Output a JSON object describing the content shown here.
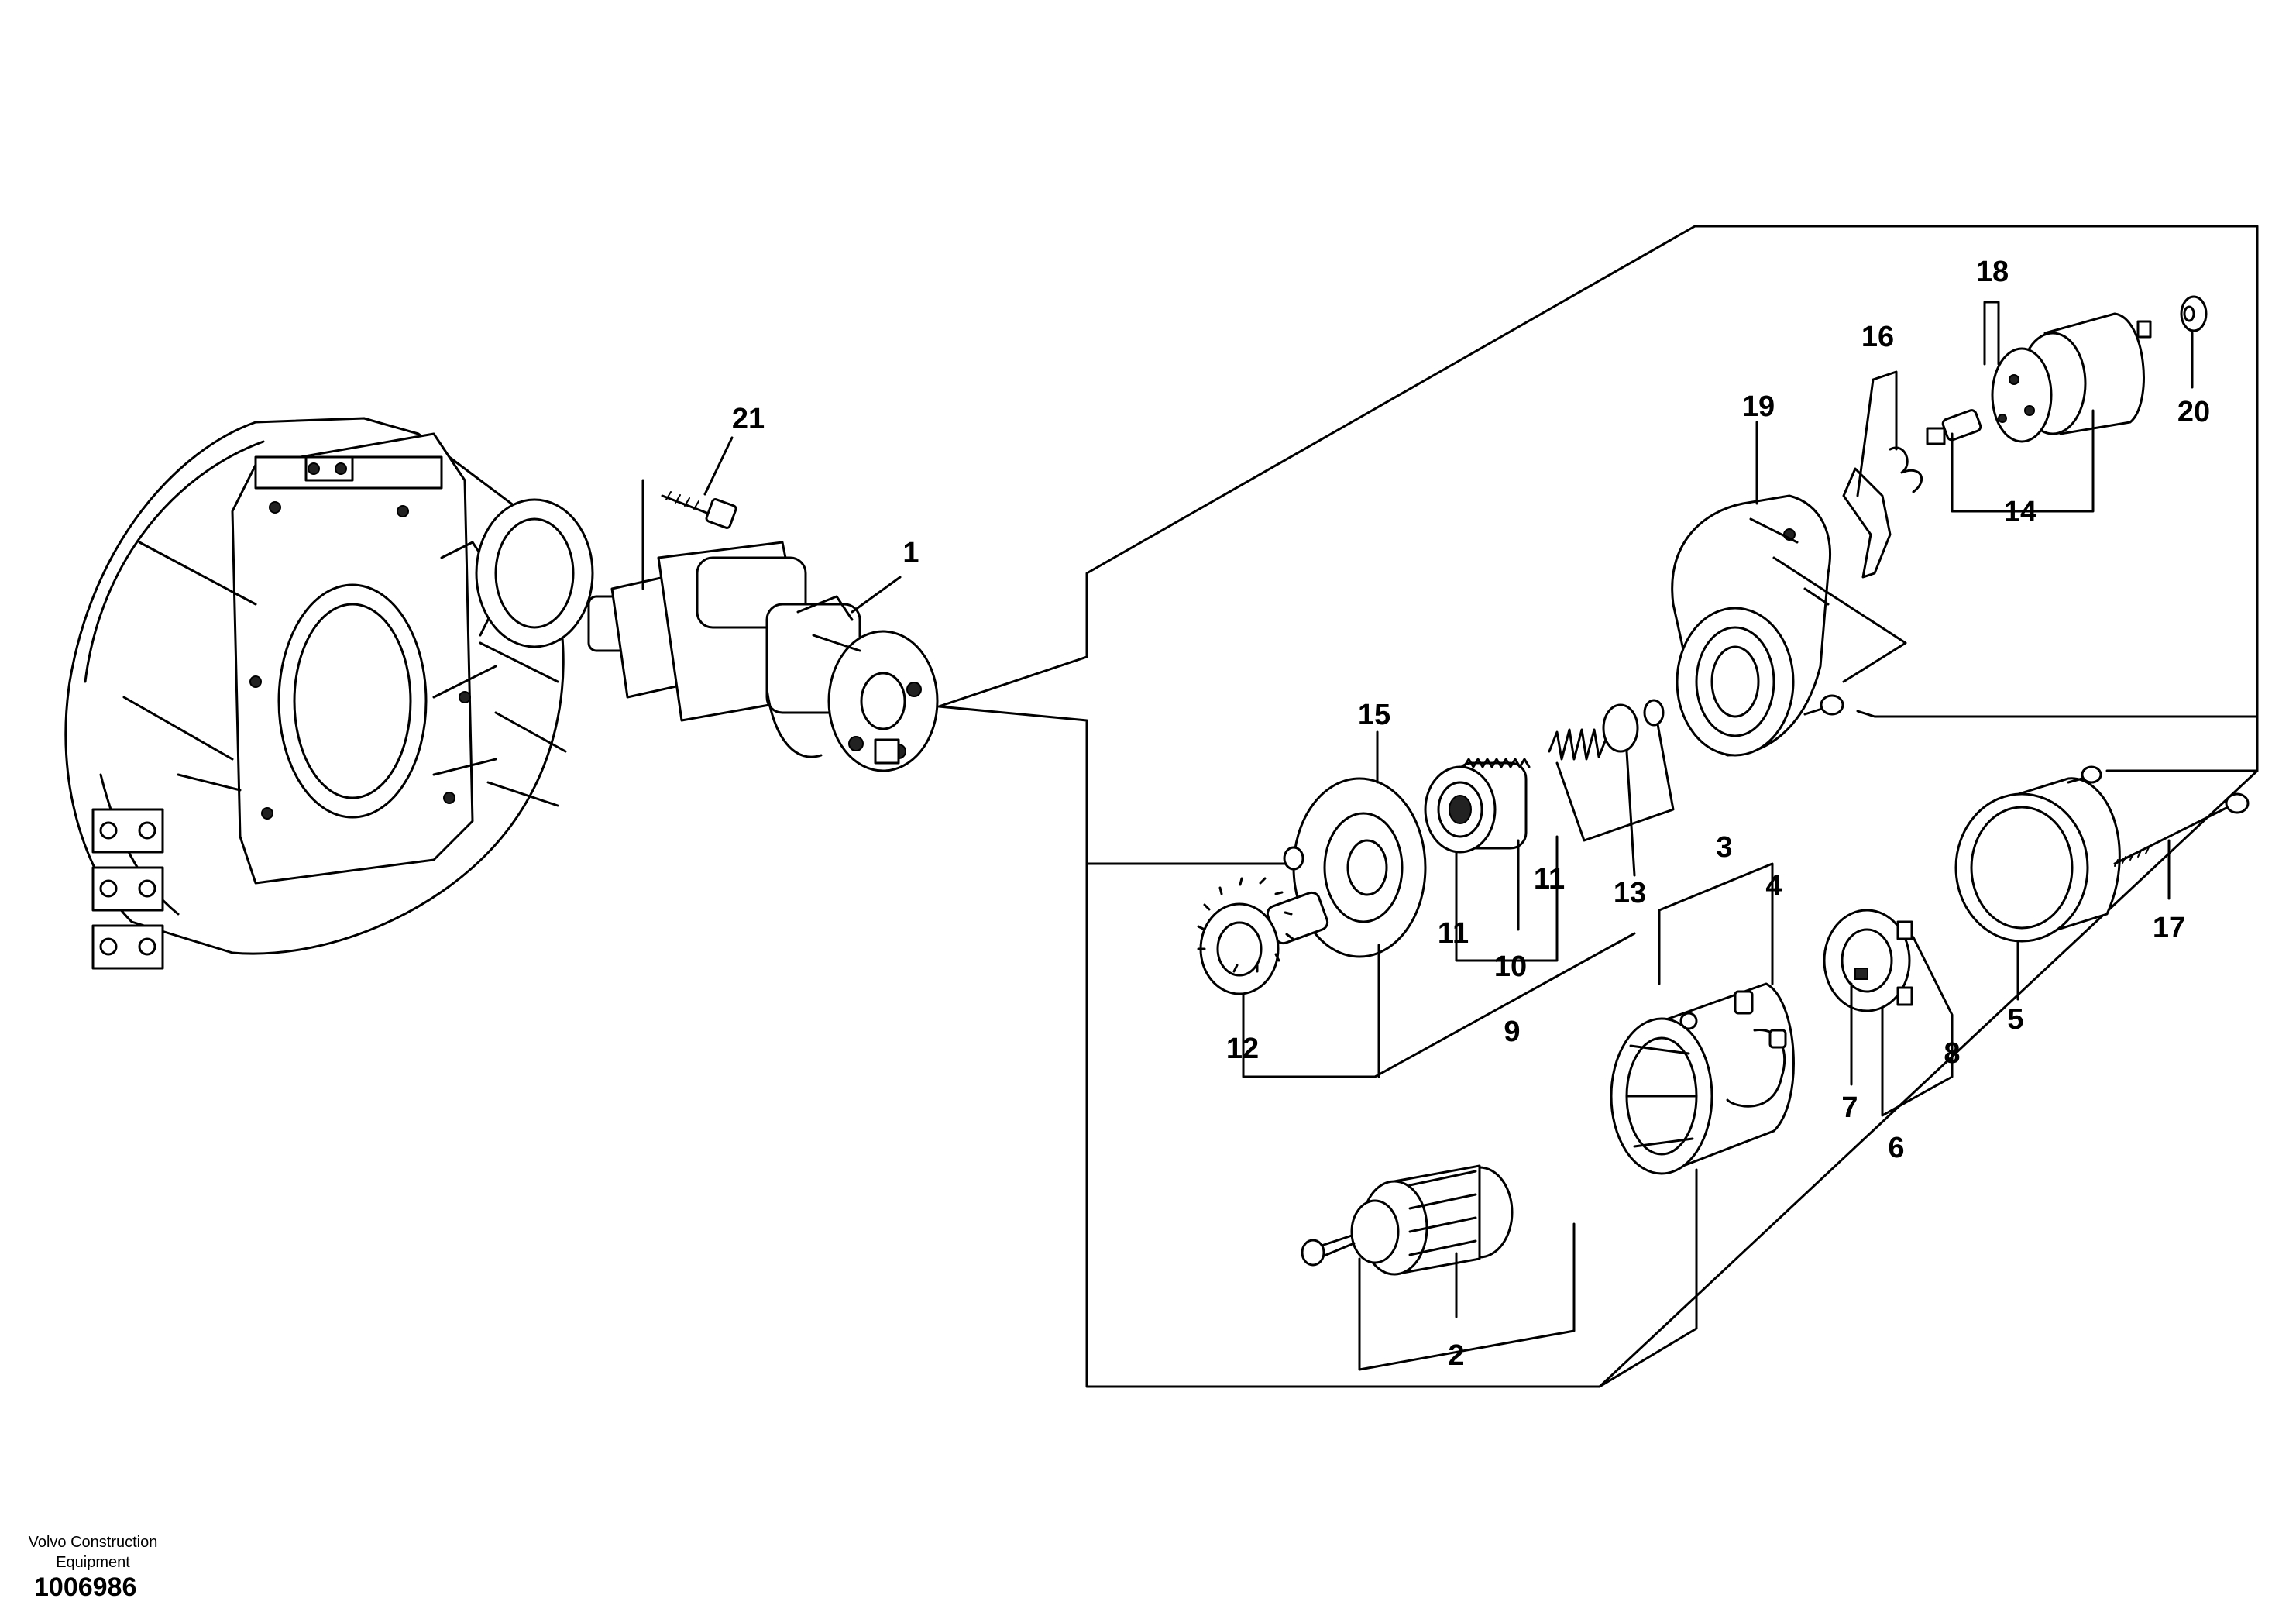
{
  "callouts": {
    "c1": "1",
    "c2": "2",
    "c3": "3",
    "c4": "4",
    "c5": "5",
    "c6": "6",
    "c7": "7",
    "c8": "8",
    "c9": "9",
    "c10": "10",
    "c11a": "11",
    "c11b": "11",
    "c12": "12",
    "c13": "13",
    "c14": "14",
    "c15": "15",
    "c16": "16",
    "c17": "17",
    "c18": "18",
    "c19": "19",
    "c20": "20",
    "c21": "21"
  },
  "footer": {
    "company_line1": "Volvo Construction",
    "company_line2": "Equipment",
    "document_number": "1006986"
  }
}
